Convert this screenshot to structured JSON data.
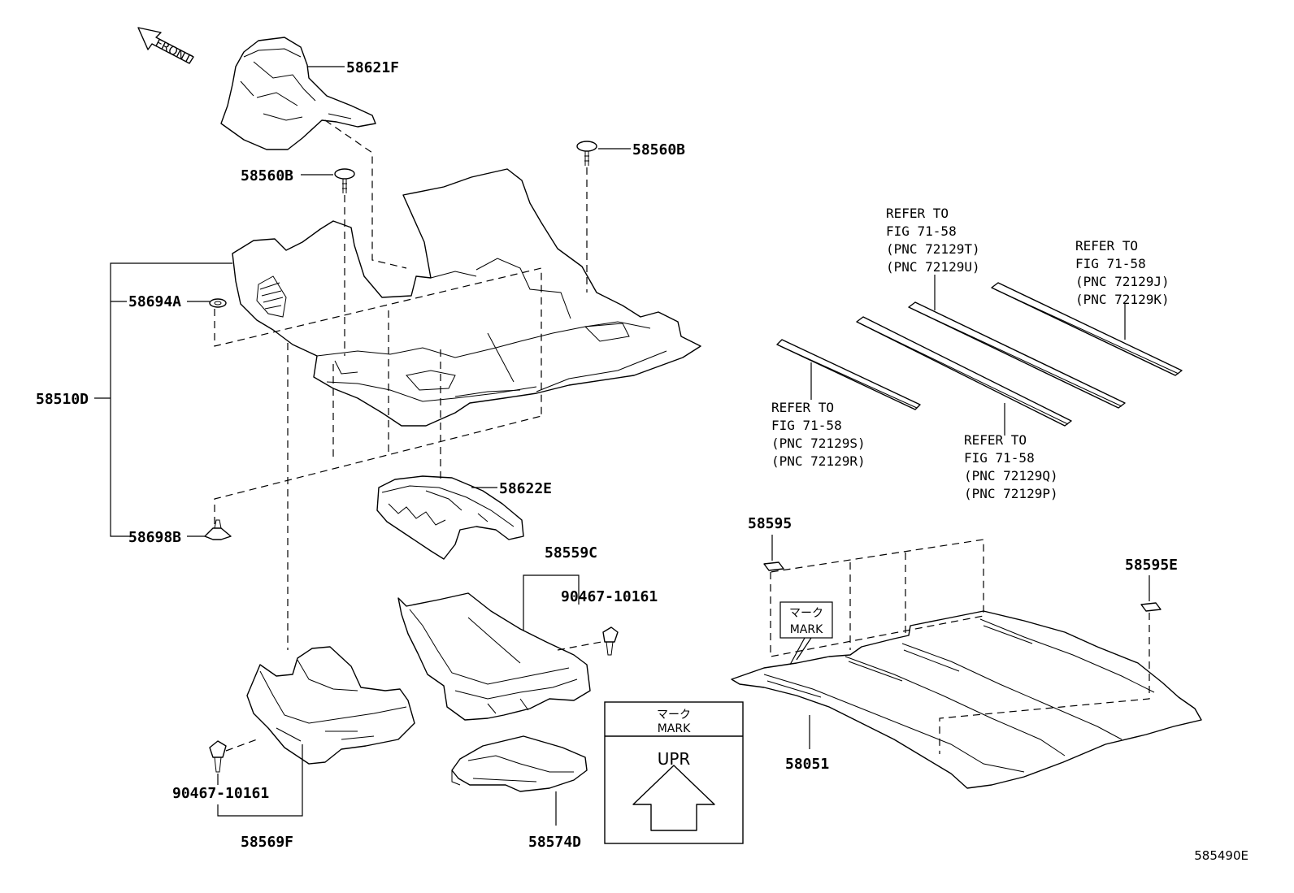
{
  "front": "FRONT",
  "parts": {
    "p58621F": "58621F",
    "p58560B_left": "58560B",
    "p58560B_right": "58560B",
    "p58694A": "58694A",
    "p58510D": "58510D",
    "p58698B": "58698B",
    "p58622E": "58622E",
    "p58559C": "58559C",
    "p90467_upper": "90467-10161",
    "p90467_lower": "90467-10161",
    "p58569F": "58569F",
    "p58574D": "58574D",
    "p58595": "58595",
    "p58595E": "58595E",
    "p58051": "58051"
  },
  "refers": {
    "ref_tu": [
      "REFER TO",
      "FIG 71-58",
      "(PNC 72129T)",
      "(PNC 72129U)"
    ],
    "ref_jk": [
      "REFER TO",
      "FIG 71-58",
      "(PNC 72129J)",
      "(PNC 72129K)"
    ],
    "ref_sr": [
      "REFER TO",
      "FIG 71-58",
      "(PNC 72129S)",
      "(PNC 72129R)"
    ],
    "ref_qp": [
      "REFER TO",
      "FIG 71-58",
      "(PNC 72129Q)",
      "(PNC 72129P)"
    ]
  },
  "mark_callout": {
    "jp": "マーク",
    "en": "MARK"
  },
  "legend": {
    "jp": "マーク",
    "en": "MARK",
    "upr": "UPR"
  },
  "figure_id": "585490E"
}
